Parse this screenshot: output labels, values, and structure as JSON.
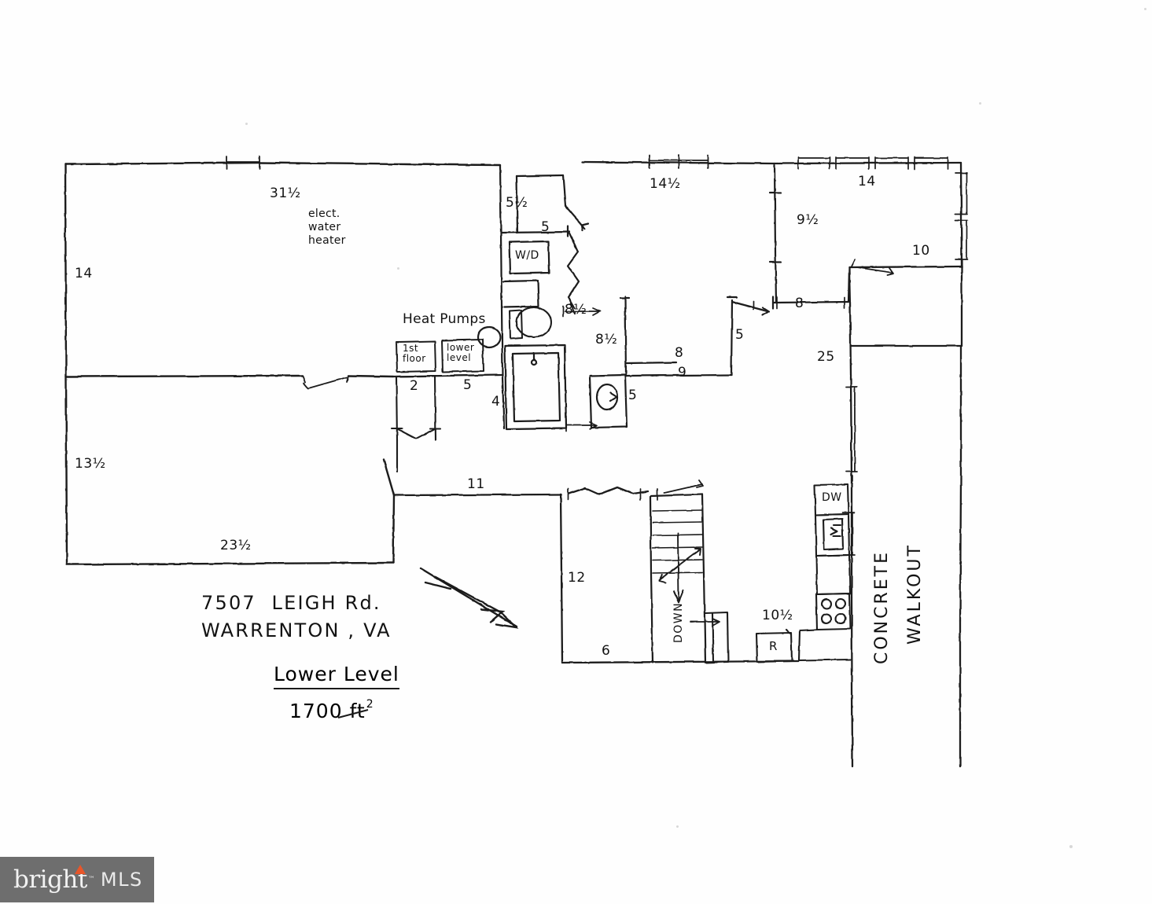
{
  "document": {
    "type": "hand-drawn-floor-plan",
    "address_line_1": "7507  LEIGH Rd.",
    "address_line_2": "WARRENTON , VA",
    "plan_title": "Lower Level",
    "area_label": "1700 ft",
    "area_exponent": "2"
  },
  "watermark": {
    "brand": "bright",
    "trademark": "™",
    "suffix": "MLS",
    "background_color": "#6e6e6e",
    "accent_color": "#e8562a"
  },
  "dimensions": {
    "top_left_wall": "31½",
    "left_upper": "14",
    "left_lower": "13½",
    "bottom_left": "23½",
    "laundry_width": "5½",
    "laundry_depth": "5",
    "hall_run": "8½",
    "bath_width": "8½",
    "tub_side": "4",
    "vanity_side": "5",
    "heat_pump_closet": "2",
    "heat_pump_run": "5",
    "mid_top_wall": "14½",
    "bedroom_top_wall": "14",
    "bedroom_left_wall": "9½",
    "bedroom_lower_wall": "10",
    "jog_upper": "8",
    "jog_left": "5",
    "mid_wall_upper": "8",
    "mid_wall_lower": "9",
    "right_wall_run": "25",
    "rec_room_top": "11",
    "rec_room_left": "12",
    "rec_room_bottom": "6",
    "kitchen_nook": "10½"
  },
  "annotations": {
    "water_heater": "elect.\nwater\nheater",
    "heat_pumps_title": "Heat Pumps",
    "heat_pump_unit_1": "1st\nfloor",
    "heat_pump_unit_2": "lower\nlevel",
    "washer_dryer": "W/D",
    "dishwasher": "DW",
    "refrigerator": "R",
    "stairs_direction": "DOWN",
    "walkout_line_1": "CONCRETE",
    "walkout_line_2": "WALKOUT"
  },
  "colors": {
    "ink": "#1a1a1a",
    "paper": "#fefefe"
  }
}
